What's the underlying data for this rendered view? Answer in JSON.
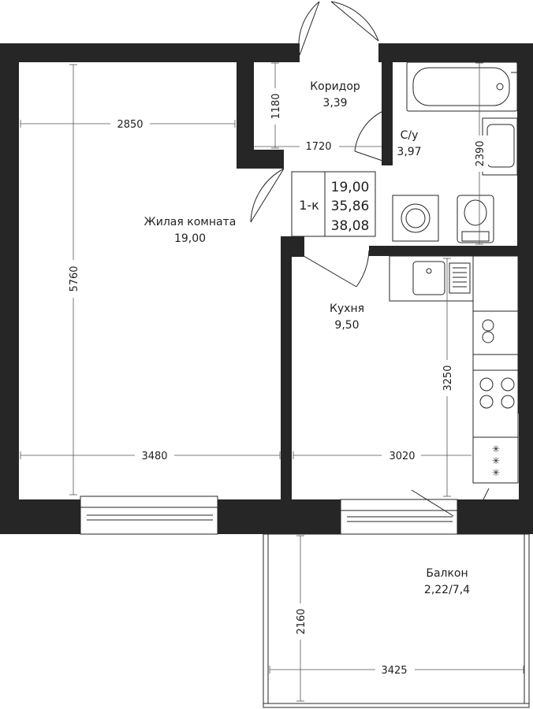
{
  "rooms": {
    "living": {
      "name": "Жилая комната",
      "area": "19,00"
    },
    "corridor": {
      "name": "Коридор",
      "area": "3,39"
    },
    "bathroom": {
      "name": "С/у",
      "area": "3,97"
    },
    "kitchen": {
      "name": "Кухня",
      "area": "9,50"
    },
    "balcony": {
      "name": "Балкон",
      "area": "2,22/7,4"
    }
  },
  "apartment": {
    "type": "1-к",
    "living_area": "19,00",
    "total_area": "35,86",
    "total_area_with_balcony": "38,08"
  },
  "dimensions": {
    "living_width_top": "2850",
    "living_height": "5760",
    "living_width_bottom": "3480",
    "corridor_height": "1180",
    "corridor_width": "1720",
    "bathroom_height": "2390",
    "kitchen_height": "3250",
    "kitchen_width": "3020",
    "balcony_height": "2160",
    "balcony_width": "3425"
  },
  "colors": {
    "wall": "#262626",
    "background": "#ffffff",
    "line": "#555555"
  }
}
